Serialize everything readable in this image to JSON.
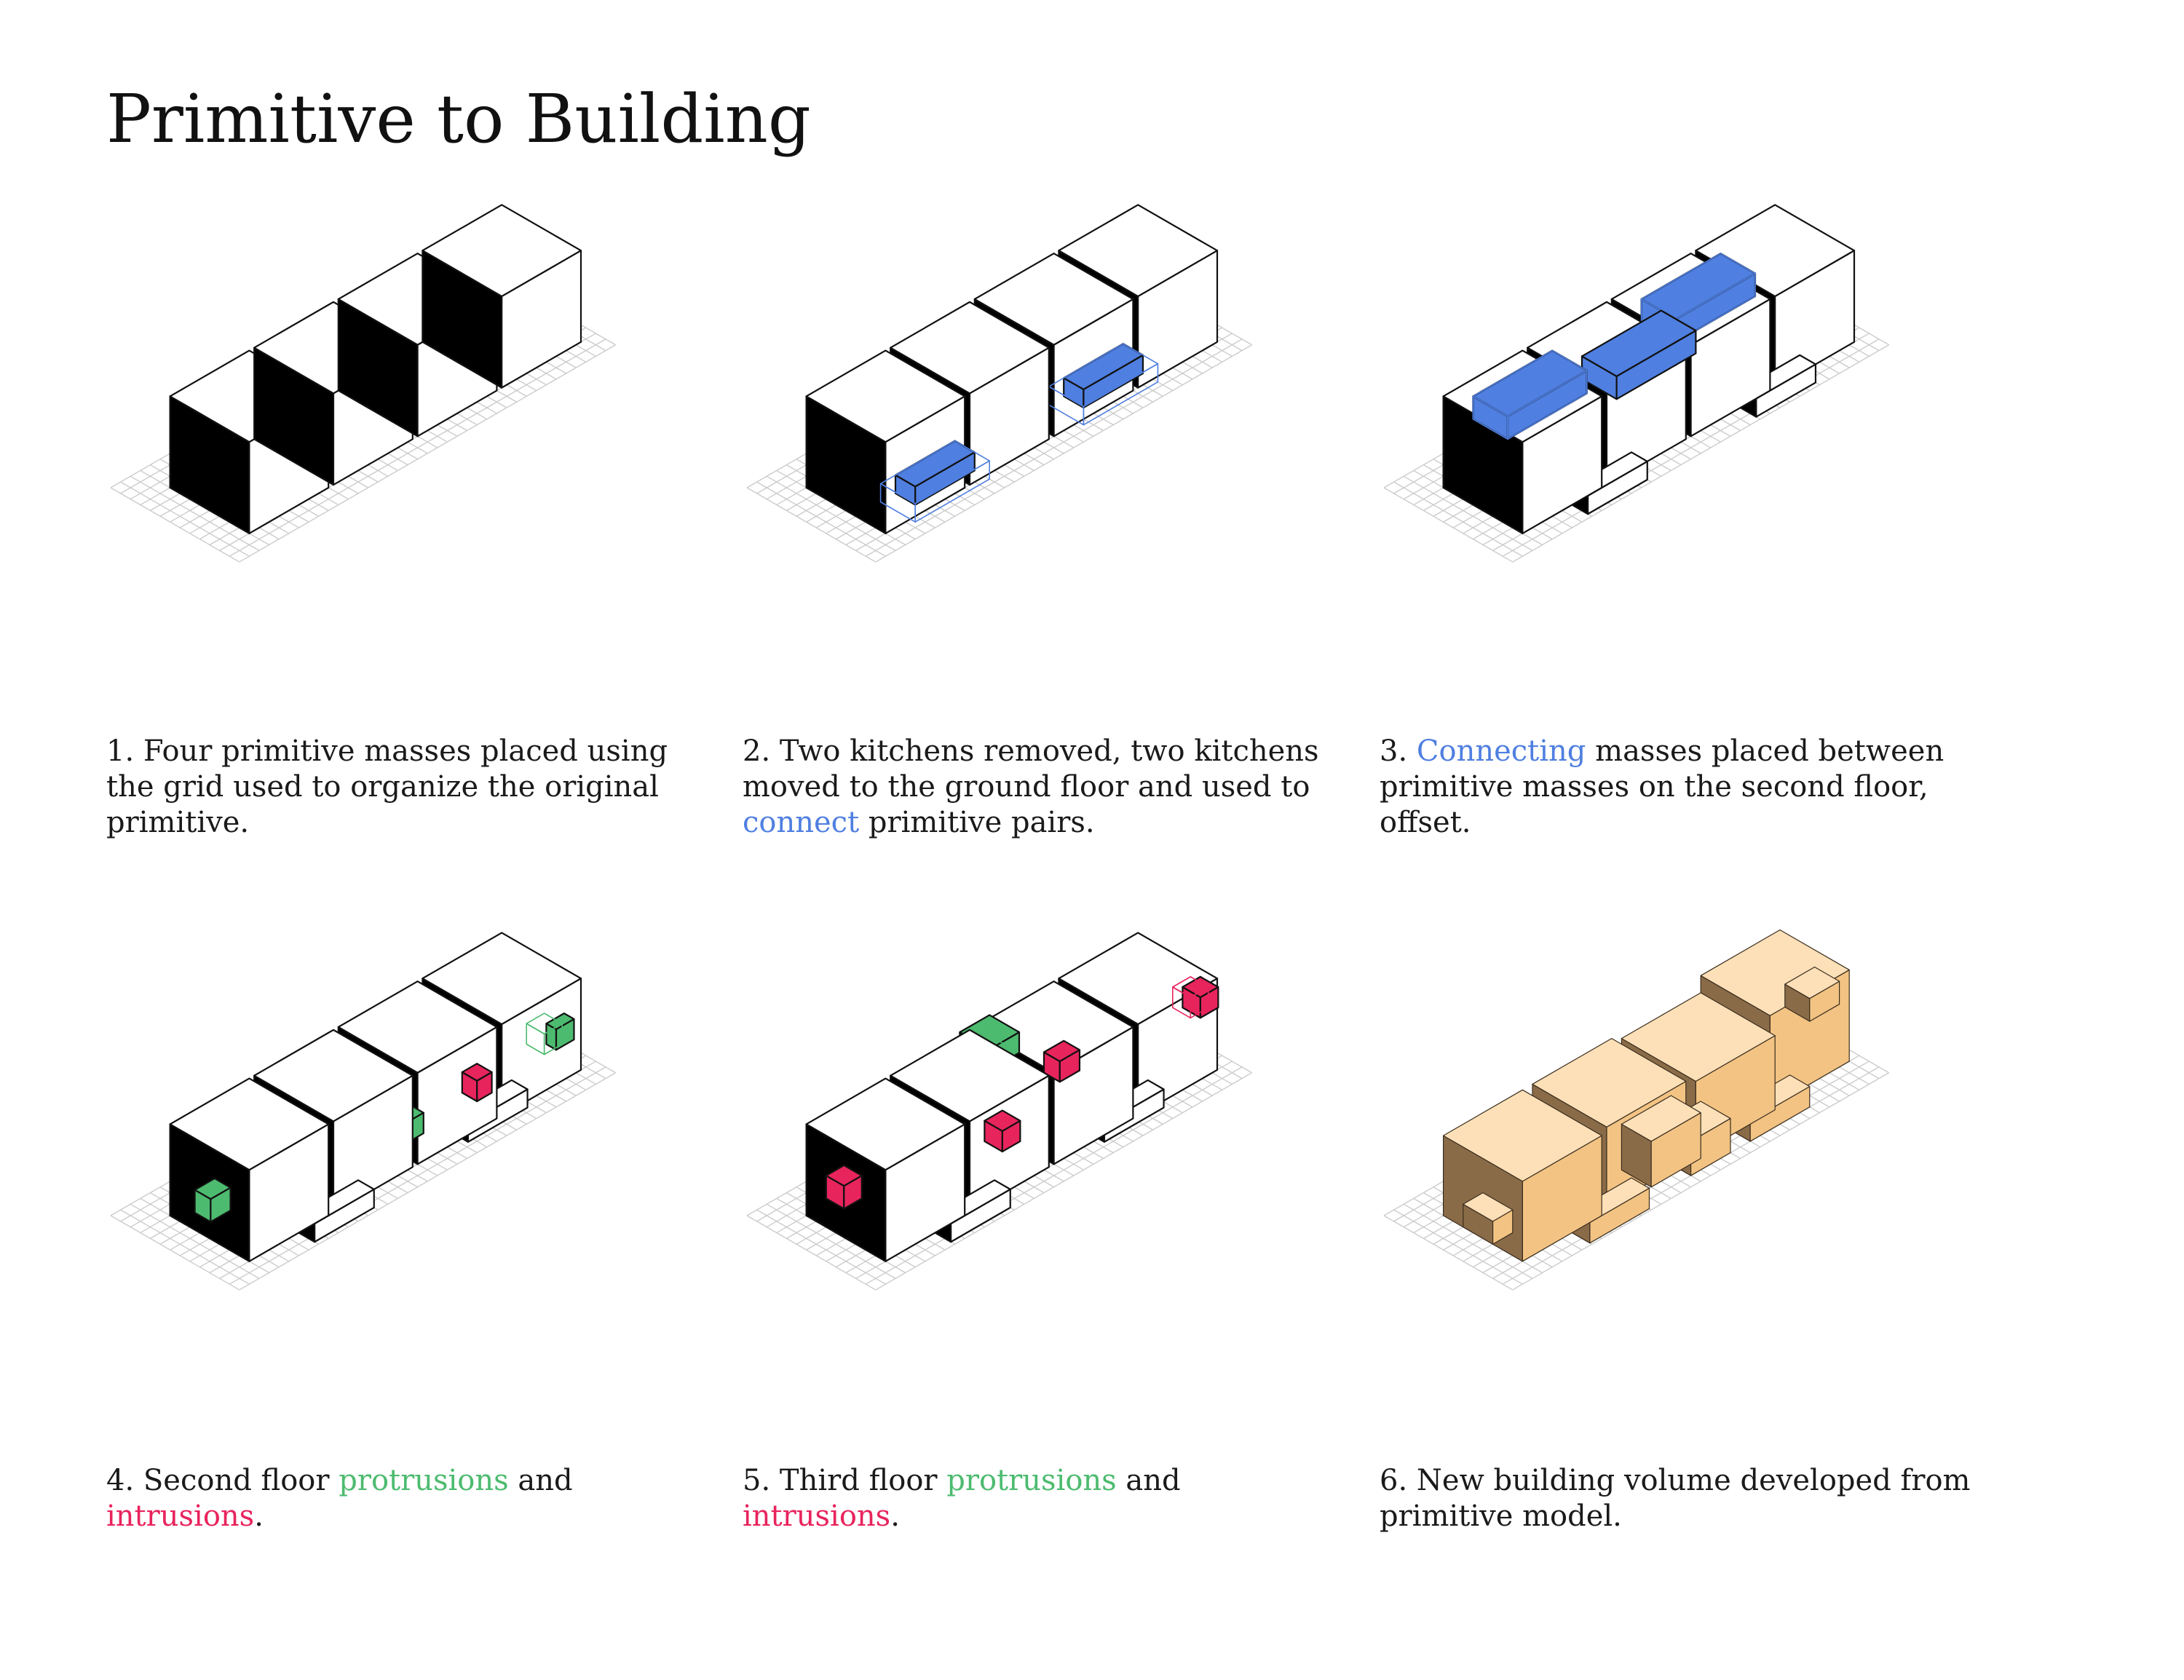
{
  "title": "Primitive to Building",
  "colors": {
    "blue": "#4f7fe0",
    "green": "#4dbb6f",
    "pink": "#e8245d",
    "tan_top": "#fde0b8",
    "tan_side": "#f2c383",
    "tan_dark": "#8a6b48"
  },
  "steps": [
    {
      "num": "1.",
      "text": "Four primitive masses placed using the grid used to organize the original primitive."
    },
    {
      "num": "2.",
      "text_a": "Two kitchens removed, two kitchens moved to the ground floor and used to ",
      "highlight": "connect",
      "text_b": " primitive pairs."
    },
    {
      "num": "3.",
      "highlight": "Connecting",
      "text_b": " masses placed between primitive masses on the second floor, offset."
    },
    {
      "num": "4.",
      "text_a": "Second floor ",
      "highlight_1": "protrusions",
      "text_mid": " and ",
      "highlight_2": "intrusions",
      "text_end": "."
    },
    {
      "num": "5.",
      "text_a": "Third  floor ",
      "highlight_1": "protrusions",
      "text_mid": " and ",
      "highlight_2": "intrusions",
      "text_end": "."
    },
    {
      "num": "6.",
      "text": "New building volume developed from primitive model."
    }
  ]
}
